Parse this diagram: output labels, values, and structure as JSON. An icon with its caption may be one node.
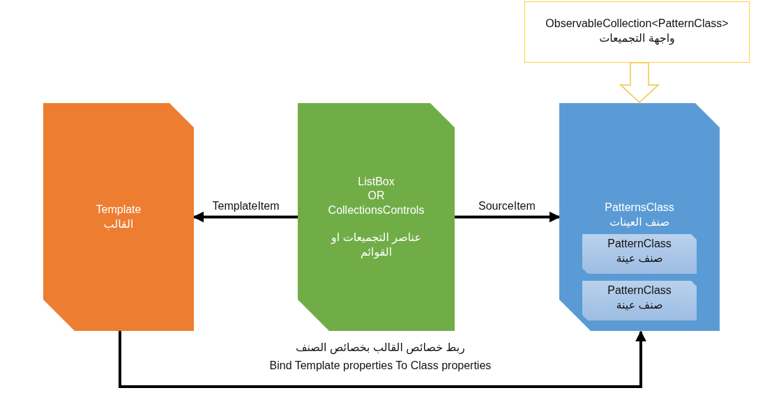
{
  "diagram": {
    "nodes": [
      {
        "text": [
          "ObservableCollection<PatternClass>",
          "واجهة التجميعات"
        ]
      },
      {
        "text": [
          "Template",
          "القالب"
        ]
      },
      {
        "text": [
          "ListBox",
          "OR",
          "CollectionsControls",
          "عناصر التجميعات او القوائم"
        ]
      },
      {
        "text": [
          "PatternsClass",
          "صنف العينات"
        ]
      },
      {
        "text": [
          "PatternClass",
          "صنف عينة"
        ],
        "in": 3
      },
      {
        "text": [
          "PatternClass",
          "صنف عينة"
        ],
        "in": 3
      }
    ],
    "edges": [
      {
        "from": 0,
        "to": 3,
        "arrow": "to",
        "style": "thick",
        "color": "#f5c342"
      },
      {
        "from": 2,
        "to": 1,
        "arrow": "to",
        "label": "TemplateItem"
      },
      {
        "from": 2,
        "to": 3,
        "arrow": "to",
        "label": "SourceItem"
      },
      {
        "from": 1,
        "to": 3,
        "arrow": "to",
        "label": "ربط خصائص القالب بخصائص الصنف Bind Template properties To Class properties"
      }
    ]
  }
}
